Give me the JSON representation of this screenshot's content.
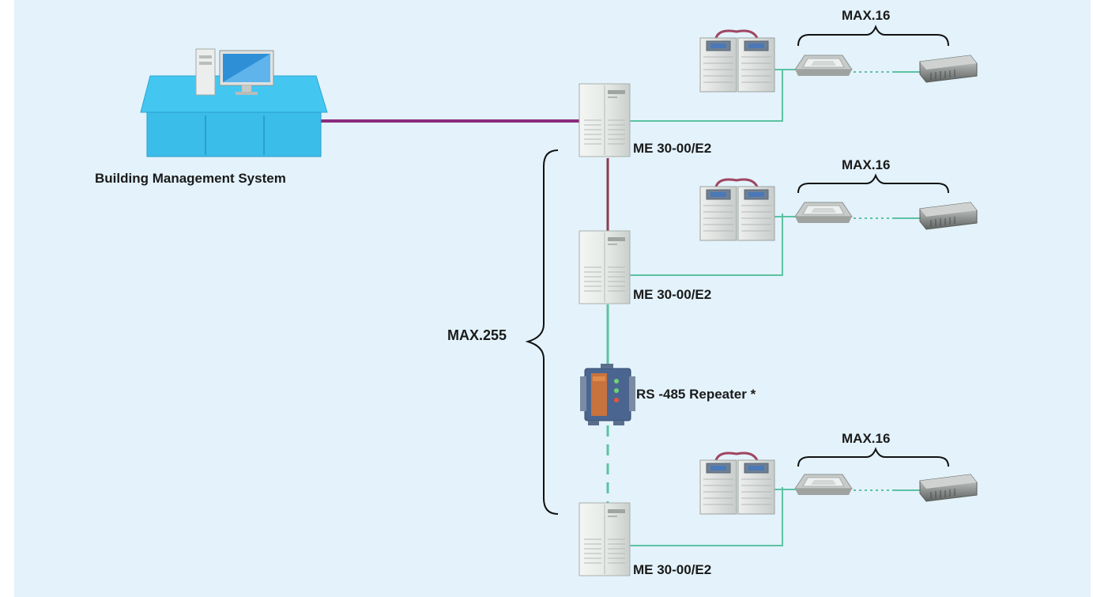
{
  "diagram": {
    "bms_label": "Building Management System",
    "controllers": [
      {
        "label": "ME 30-00/E2"
      },
      {
        "label": "ME 30-00/E2"
      },
      {
        "label": "ME 30-00/E2"
      }
    ],
    "groups": [
      {
        "max_label": "MAX.16"
      },
      {
        "max_label": "MAX.16"
      },
      {
        "max_label": "MAX.16"
      }
    ],
    "max_controllers_label": "MAX.255",
    "repeater_label": "RS -485  Repeater *",
    "colors": {
      "background": "#e3f2fb",
      "bms_line": "#8a2a7e",
      "link_line": "#8c3a4e",
      "rs485_line": "#5cc2a2",
      "desk": "#3cc3ef"
    }
  }
}
